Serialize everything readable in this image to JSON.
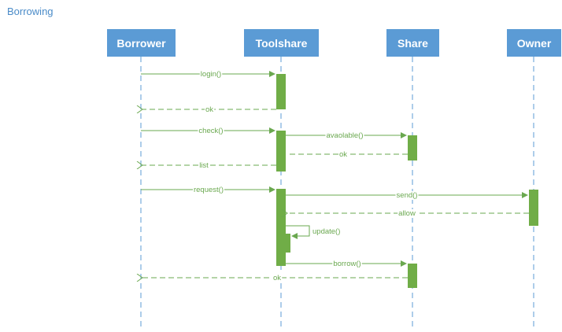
{
  "title": "Borrowing",
  "actors": [
    {
      "id": "borrower",
      "label": "Borrower"
    },
    {
      "id": "toolshare",
      "label": "Toolshare"
    },
    {
      "id": "share",
      "label": "Share"
    },
    {
      "id": "owner",
      "label": "Owner"
    }
  ],
  "messages": [
    {
      "id": "login",
      "label": "login()",
      "from": "borrower",
      "to": "toolshare",
      "kind": "call"
    },
    {
      "id": "ok1",
      "label": "ok",
      "from": "toolshare",
      "to": "borrower",
      "kind": "return"
    },
    {
      "id": "check",
      "label": "check()",
      "from": "borrower",
      "to": "toolshare",
      "kind": "call"
    },
    {
      "id": "avaolable",
      "label": "avaolable()",
      "from": "toolshare",
      "to": "share",
      "kind": "call"
    },
    {
      "id": "ok2",
      "label": "ok",
      "from": "share",
      "to": "toolshare",
      "kind": "return"
    },
    {
      "id": "list",
      "label": "list",
      "from": "toolshare",
      "to": "borrower",
      "kind": "return"
    },
    {
      "id": "request",
      "label": "request()",
      "from": "borrower",
      "to": "toolshare",
      "kind": "call"
    },
    {
      "id": "send",
      "label": "send()",
      "from": "toolshare",
      "to": "owner",
      "kind": "call"
    },
    {
      "id": "allow",
      "label": "allow",
      "from": "owner",
      "to": "toolshare",
      "kind": "return"
    },
    {
      "id": "update",
      "label": "update()",
      "from": "toolshare",
      "to": "toolshare",
      "kind": "self"
    },
    {
      "id": "borrow",
      "label": "borrow()",
      "from": "toolshare",
      "to": "share",
      "kind": "call"
    },
    {
      "id": "ok3",
      "label": "ok",
      "from": "share",
      "to": "borrower",
      "kind": "return"
    }
  ],
  "colors": {
    "actor_fill": "#5b9bd5",
    "lifeline": "#5b9bd5",
    "activation": "#70ad47",
    "message": "#6aa84f",
    "title": "#4a8bc8"
  }
}
